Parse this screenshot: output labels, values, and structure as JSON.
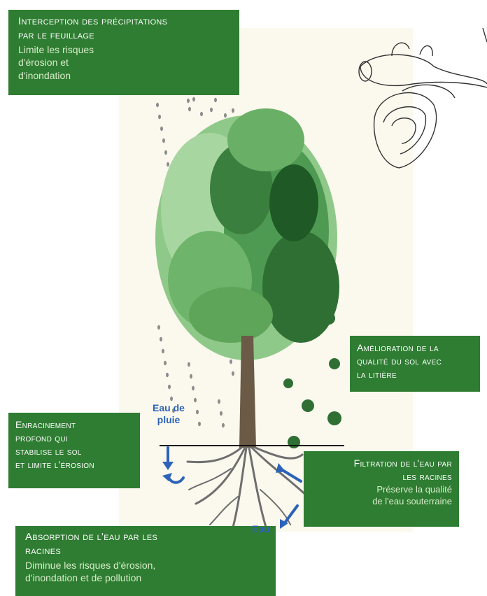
{
  "colors": {
    "box_green": "#2e7d32",
    "box_subtitle": "#d8ecc9",
    "arrow_blue": "#2c63b8",
    "leaf_light": "#8fc98a",
    "leaf_mid": "#4f9a52",
    "leaf_dark": "#1f5a26",
    "trunk": "#6b5a46"
  },
  "boxes": {
    "interception": {
      "title_lines": [
        "Interception des précipitations",
        "par le feuillage"
      ],
      "subtitle_lines": [
        "Limite les risques",
        "d'érosion et",
        "d'inondation"
      ]
    },
    "amelioration": {
      "title_lines": [
        "Amélioration de la",
        "qualité du sol avec",
        "la litière"
      ]
    },
    "enracinement": {
      "title_lines": [
        "Enracinement",
        "profond qui",
        "stabilise le sol",
        "et limite l'érosion"
      ]
    },
    "filtration": {
      "title_lines": [
        "Filtration de l'eau par",
        "les racines"
      ],
      "subtitle_lines": [
        "Préserve la qualité",
        "de l'eau souterraine"
      ]
    },
    "absorption": {
      "title_lines": [
        "Absorption de l'eau par les",
        "racines"
      ],
      "subtitle_lines": [
        "Diminue les risques d'érosion,",
        "d'inondation et de pollution"
      ]
    }
  },
  "labels": {
    "rain_line1": "Eau de",
    "rain_line2": "pluie",
    "water": "Eau"
  },
  "icons": {
    "snail": "snail-icon",
    "rain": "raindrop-icon",
    "leaf": "maple-leaf-icon"
  }
}
